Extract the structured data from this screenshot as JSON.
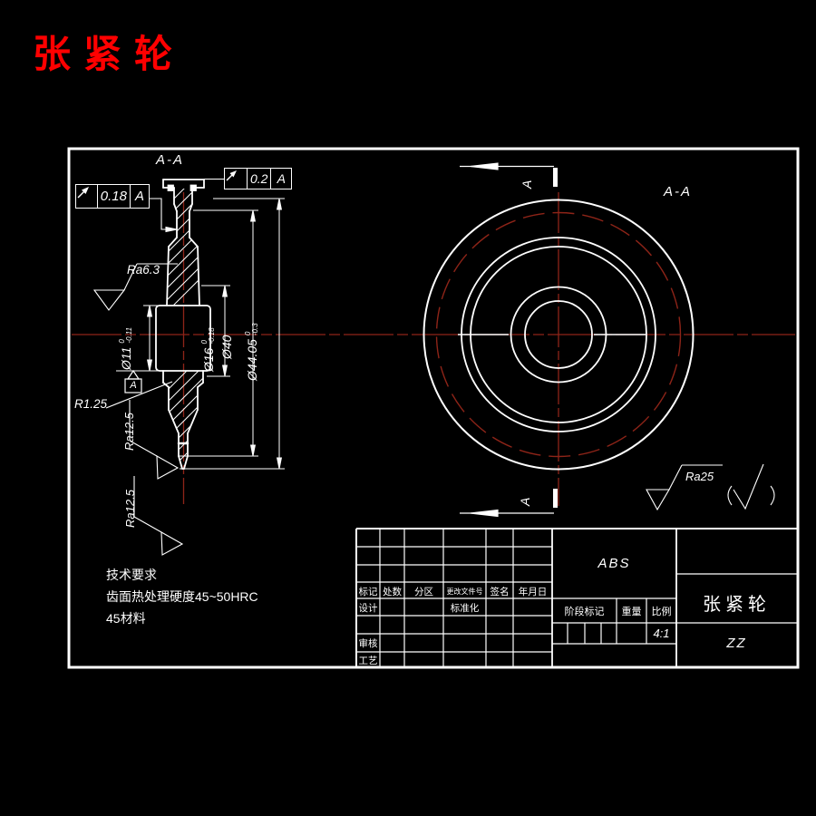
{
  "title": {
    "text": "张紧轮"
  },
  "colors": {
    "background": "#000000",
    "line": "#ffffff",
    "centerline": "#8e2418",
    "title_red": "#ff0000"
  },
  "section_view": {
    "label": "A-A",
    "geo_frames": [
      {
        "symbol": "circular-runout",
        "value": "0.18",
        "datum": "A"
      },
      {
        "symbol": "circular-runout",
        "value": "0.2",
        "datum": "A"
      }
    ],
    "datum_label": "A",
    "radius_note": "R1.25",
    "roughness_top": "Ra6.3",
    "roughness_side_upper": "Ra12.5",
    "roughness_side_lower": "Ra12.5",
    "dims": {
      "d11": {
        "label": "Ø11",
        "sup": "0",
        "sub": "-0.11"
      },
      "d16": {
        "label": "Ø16",
        "sup": "0",
        "sub": "-0.18"
      },
      "d40": {
        "label": "Ø40"
      },
      "d4405": {
        "label": "Ø44.05",
        "sup": "0",
        "sub": "-0.3"
      }
    }
  },
  "front_view": {
    "label": "A-A",
    "cut_arrow_label": "A",
    "roughness_general": "Ra25"
  },
  "tech_requirements": {
    "line1": "技术要求",
    "line2": "齿面热处理硬度45~50HRC",
    "line3": "45材料"
  },
  "title_block": {
    "header": [
      "标记",
      "处数",
      "分区",
      "更改文件号",
      "签名",
      "年月日"
    ],
    "design": "设计",
    "standardization": "标准化",
    "audit": "审核",
    "process": "工艺",
    "material": "ABS",
    "stage_mark": "阶段标记",
    "weight": "重量",
    "scale_label": "比例",
    "scale_value": "4:1",
    "part_name": "张紧轮",
    "part_code": "ZZ"
  }
}
